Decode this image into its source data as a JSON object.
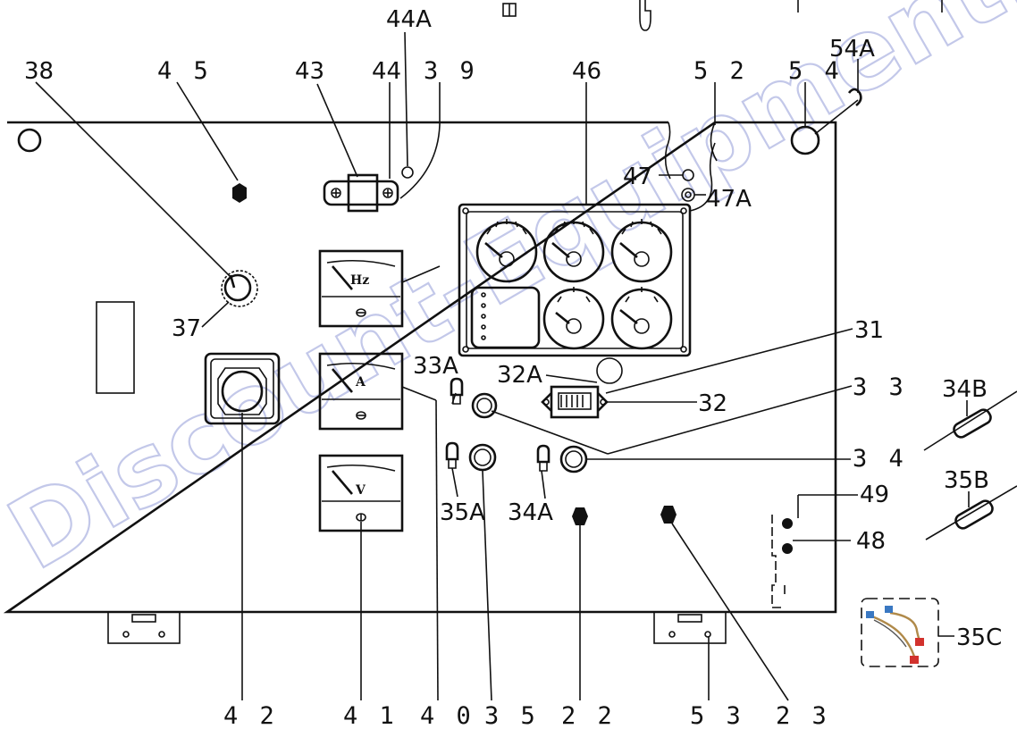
{
  "labels": {
    "l38": "38",
    "l45": "4 5",
    "l43": "43",
    "l44": "44",
    "l44a": "44A",
    "l39": "3 9",
    "l46": "46",
    "l52": "5 2",
    "l54": "5 4",
    "l54a": "54A",
    "l47": "47",
    "l47a": "47A",
    "l37": "37",
    "l31": "31",
    "l33a": "33A",
    "l32a": "32A",
    "l32": "32",
    "l33": "3 3",
    "l34b": "34B",
    "l34": "3 4",
    "l35b": "35B",
    "l35a": "35A",
    "l34a": "34A",
    "l49": "49",
    "l48": "48",
    "l35c": "35C",
    "l42": "4 2",
    "l41": "4 1",
    "l40": "4 0",
    "l35": "3 5",
    "l22": "2 2",
    "l53": "5 3",
    "l23": "2 3"
  },
  "meters": {
    "hz": "Hz",
    "amp": "A",
    "volt": "V"
  },
  "watermark": "Discount-Equipment.com",
  "colors": {
    "line": "#111111",
    "watermark": "#b9bfe6",
    "wire_blue": "#3a78c2",
    "wire_red": "#d2322d",
    "wire_tan": "#b08a4a"
  }
}
